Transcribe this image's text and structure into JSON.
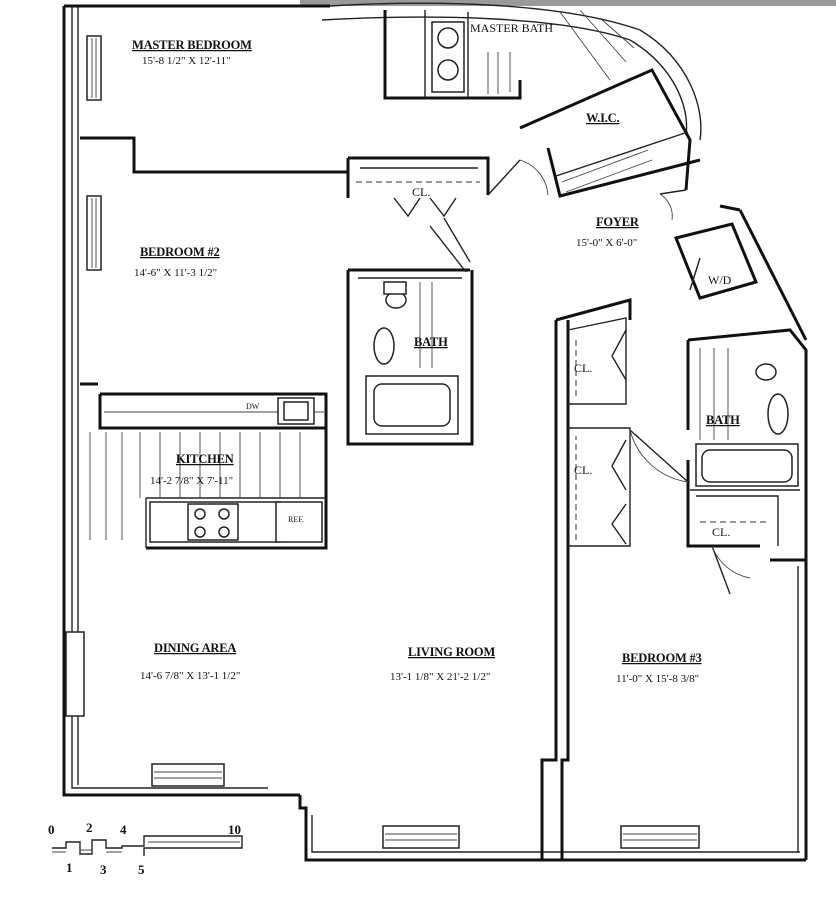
{
  "rooms": {
    "master_bedroom": {
      "name": "MASTER BEDROOM",
      "dims": "15'-8 1/2\" X 12'-11\""
    },
    "master_bath": {
      "name": "MASTER BATH"
    },
    "wic": {
      "name": "W.I.C."
    },
    "foyer": {
      "name": "FOYER",
      "dims": "15'-0\" X 6'-0\""
    },
    "bedroom2": {
      "name": "BEDROOM #2",
      "dims": "14'-6\" X 11'-3 1/2\""
    },
    "bath1": {
      "name": "BATH"
    },
    "bath2": {
      "name": "BATH"
    },
    "kitchen": {
      "name": "KITCHEN",
      "dims": "14'-2 7/8\" X 7'-11\""
    },
    "dining": {
      "name": "DINING AREA",
      "dims": "14'-6 7/8\" X 13'-1 1/2\""
    },
    "living": {
      "name": "LIVING ROOM",
      "dims": "13'-1 1/8\" X 21'-2 1/2\""
    },
    "bedroom3": {
      "name": "BEDROOM #3",
      "dims": "11'-0\" X 15'-8 3/8\""
    }
  },
  "labels": {
    "closet": "CL.",
    "washer_dryer": "W/D",
    "dishwasher": "DW",
    "refrigerator": "REF."
  },
  "scale_bar": {
    "top_ticks": [
      "0",
      "2",
      "4",
      "10"
    ],
    "bottom_ticks": [
      "1",
      "3",
      "5"
    ]
  }
}
